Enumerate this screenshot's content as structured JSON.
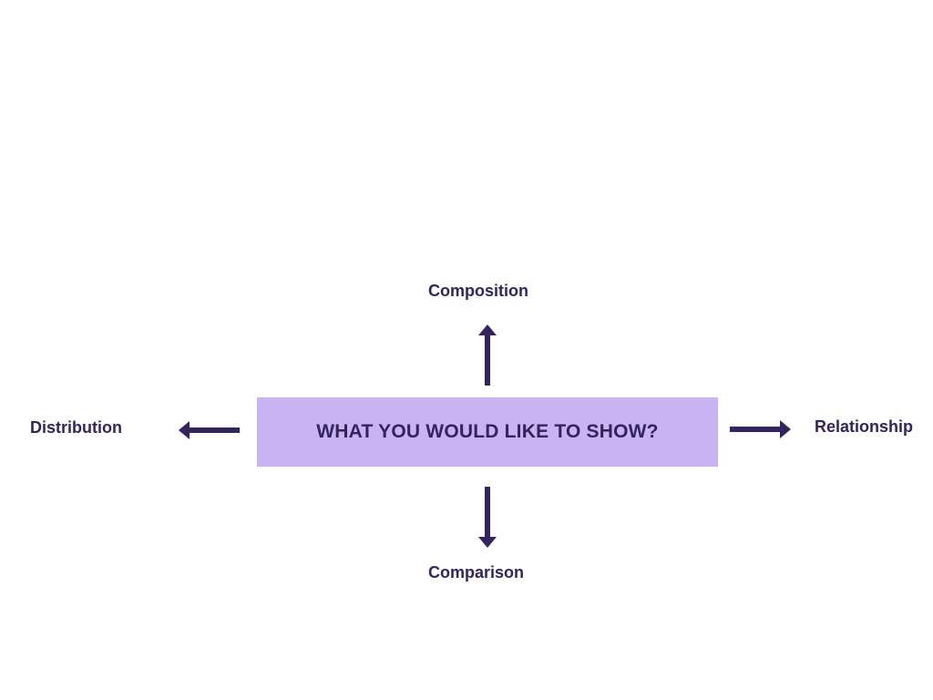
{
  "colors": {
    "box_fill": "#c9b3f2",
    "text": "#33245e",
    "arrow": "#33245e",
    "background": "#ffffff"
  },
  "center": {
    "label": "WHAT YOU WOULD LIKE TO SHOW?"
  },
  "branches": {
    "up": {
      "label": "Composition",
      "direction": "up"
    },
    "down": {
      "label": "Comparison",
      "direction": "down"
    },
    "left": {
      "label": "Distribution",
      "direction": "left"
    },
    "right": {
      "label": "Relationship",
      "direction": "right"
    }
  }
}
